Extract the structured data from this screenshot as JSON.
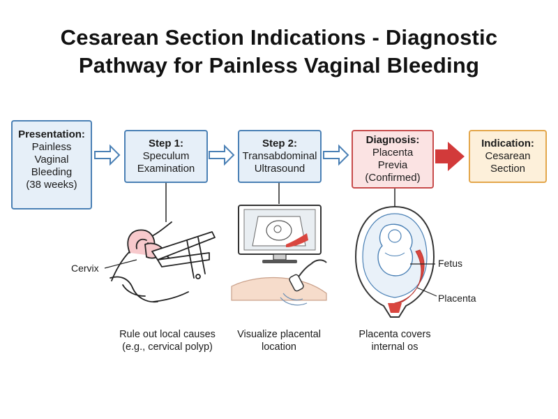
{
  "title": {
    "line1": "Cesarean Section Indications - Diagnostic",
    "line2": "Pathway for Painless Vaginal Bleeding"
  },
  "boxes": {
    "presentation": {
      "heading": "Presentation:",
      "lines": [
        "Painless",
        "Vaginal",
        "Bleeding",
        "(38 weeks)"
      ]
    },
    "step1": {
      "heading": "Step 1:",
      "lines": [
        "Speculum",
        "Examination"
      ]
    },
    "step2": {
      "heading": "Step 2:",
      "lines": [
        "Transabdominal",
        "Ultrasound"
      ]
    },
    "diagnosis": {
      "heading": "Diagnosis:",
      "lines": [
        "Placenta",
        "Previa",
        "(Confirmed)"
      ]
    },
    "indication": {
      "heading": "Indication:",
      "lines": [
        "Cesarean",
        "Section"
      ]
    }
  },
  "illustration_labels": {
    "cervix": "Cervix",
    "fetus": "Fetus",
    "placenta": "Placenta"
  },
  "captions": {
    "step1": [
      "Rule out local causes",
      "(e.g., cervical polyp)"
    ],
    "step2": [
      "Visualize placental",
      "location"
    ],
    "diagnosis": [
      "Placenta covers",
      "internal os"
    ]
  },
  "colors": {
    "blue_border": "#4a80b5",
    "blue_fill": "#e6eff8",
    "red_border": "#c74b4b",
    "red_fill": "#fbe3e3",
    "orange_border": "#e3a64a",
    "orange_fill": "#fdf0da",
    "arrow_red": "#d23a3a",
    "skin": "#f6dccb",
    "bleeding": "#d9463f"
  }
}
